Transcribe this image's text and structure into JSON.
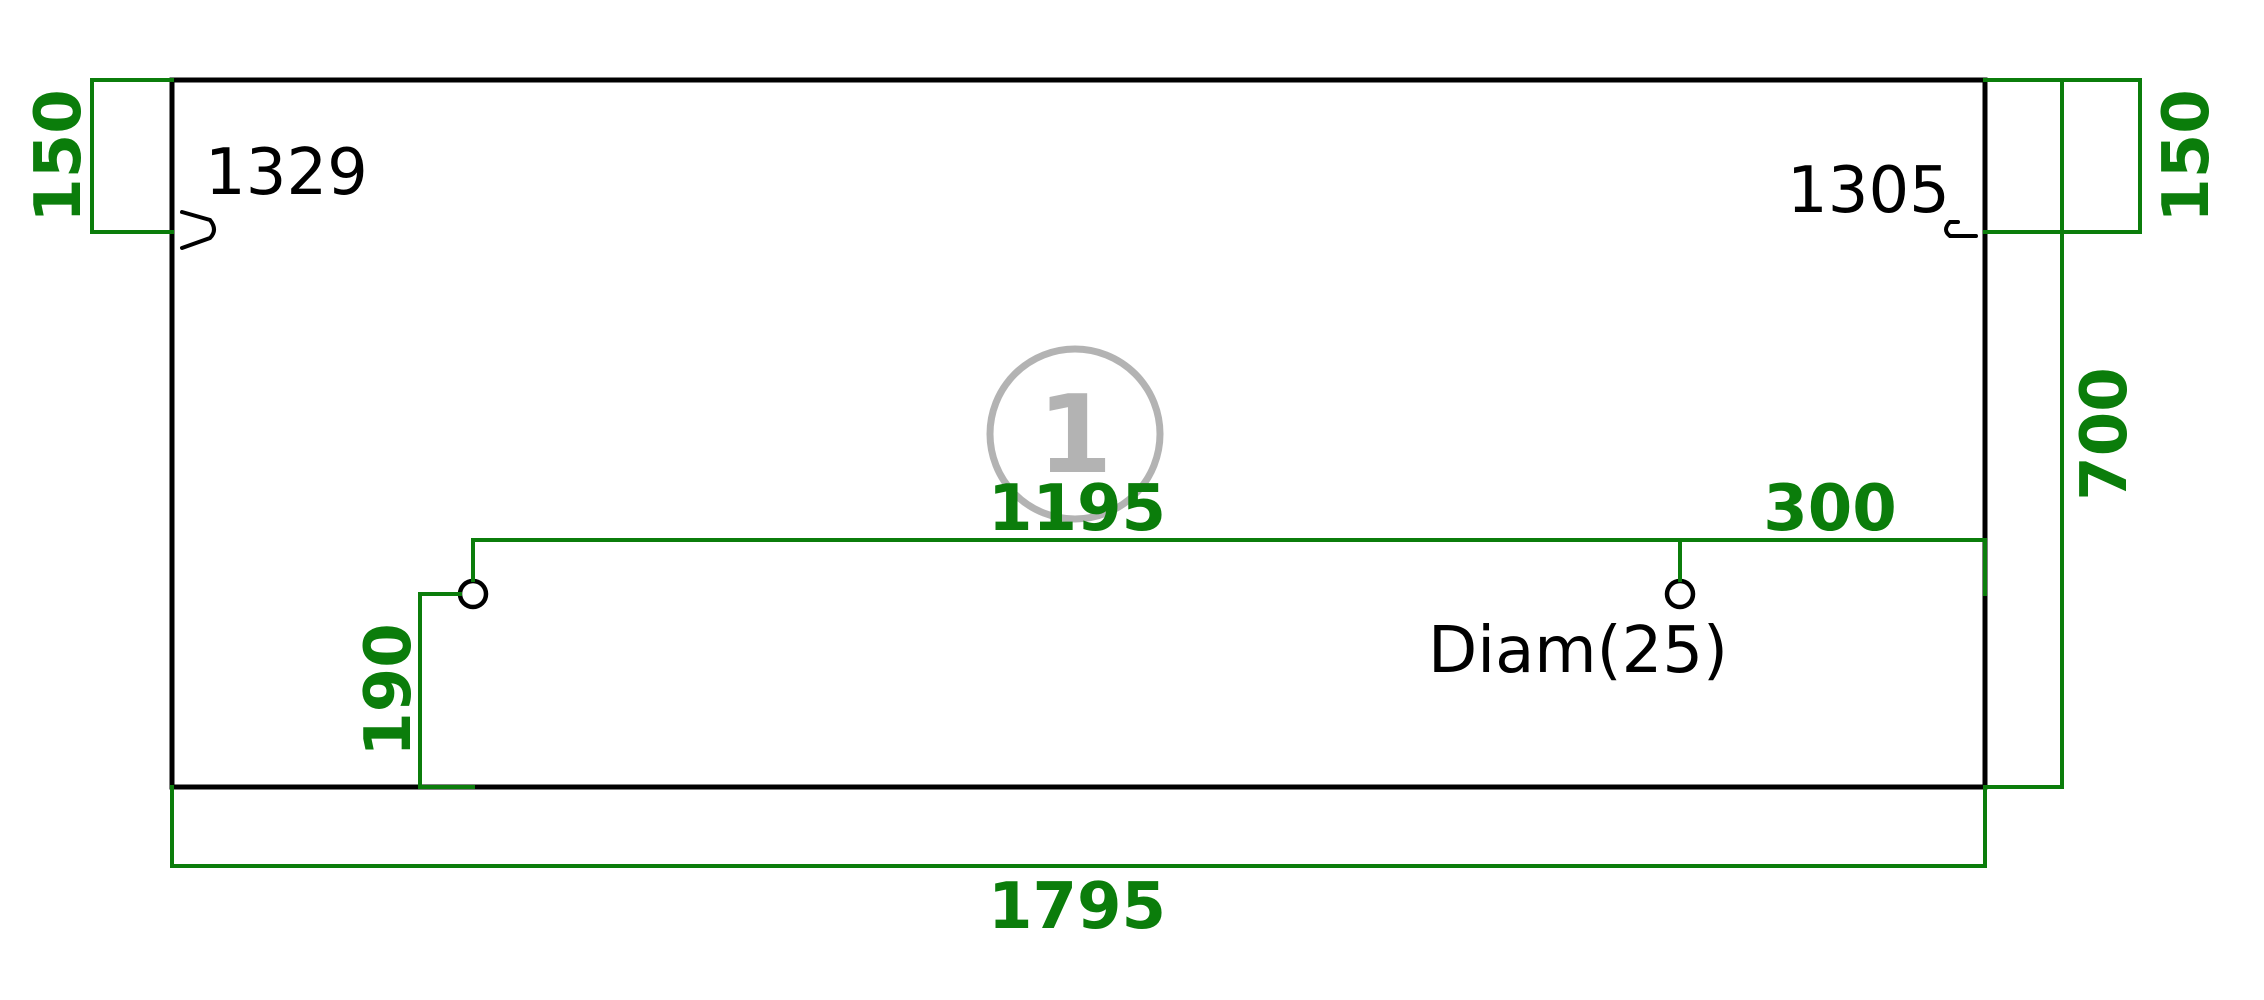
{
  "drawing": {
    "colors": {
      "dimension": "#0b7d0b",
      "outline": "#000000",
      "badge": "#b3b3b3",
      "background": "#ffffff"
    },
    "part_badge": "1",
    "corner_labels": {
      "left": "1329",
      "right": "1305"
    },
    "dimensions": {
      "overall_width": "1795",
      "overall_height": "700",
      "top_left_offset": "150",
      "top_right_offset": "150",
      "hole_spacing": "1195",
      "hole_edge_offset": "300",
      "hole_height": "190"
    },
    "hole_note": "Diam(25)"
  }
}
